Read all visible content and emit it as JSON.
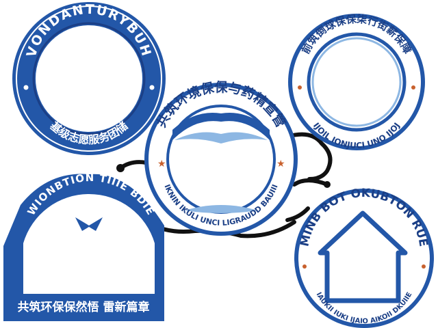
{
  "colors": {
    "primary_blue": "#2357a8",
    "dark_blue": "#1b3f86",
    "light_blue": "#8db7e3",
    "accent_orange": "#c8612e",
    "connector": "#111111",
    "background": "#ffffff"
  },
  "badges": {
    "top_left": {
      "top_text": "VONDANTURYBUH",
      "bottom_text": "基级志愿服务团储"
    },
    "center": {
      "top_text": "共筑环境保保与药精宣管",
      "bottom_text": "IKNIN IKULI UNCI LIGRAUDD BAUIII"
    },
    "top_right": {
      "top_text": "前筑倒球保保柒行街薪保障",
      "bottom_text": "IJOIL IONJUCI UNO IJOJ"
    },
    "bottom_left": {
      "top_text": "WIONBTION TIIIE BDIE",
      "bottom_text": "共筑环保保然悟 雷新篇章",
      "emblem_icon": "v-shield-icon"
    },
    "bottom_right": {
      "top_text": "MINB BOT OKUBTON RUE",
      "bottom_text": "IAUKII IUKI IJAIO AIKOII DKUIIE",
      "emblem_icon": "house-outline-icon"
    }
  }
}
